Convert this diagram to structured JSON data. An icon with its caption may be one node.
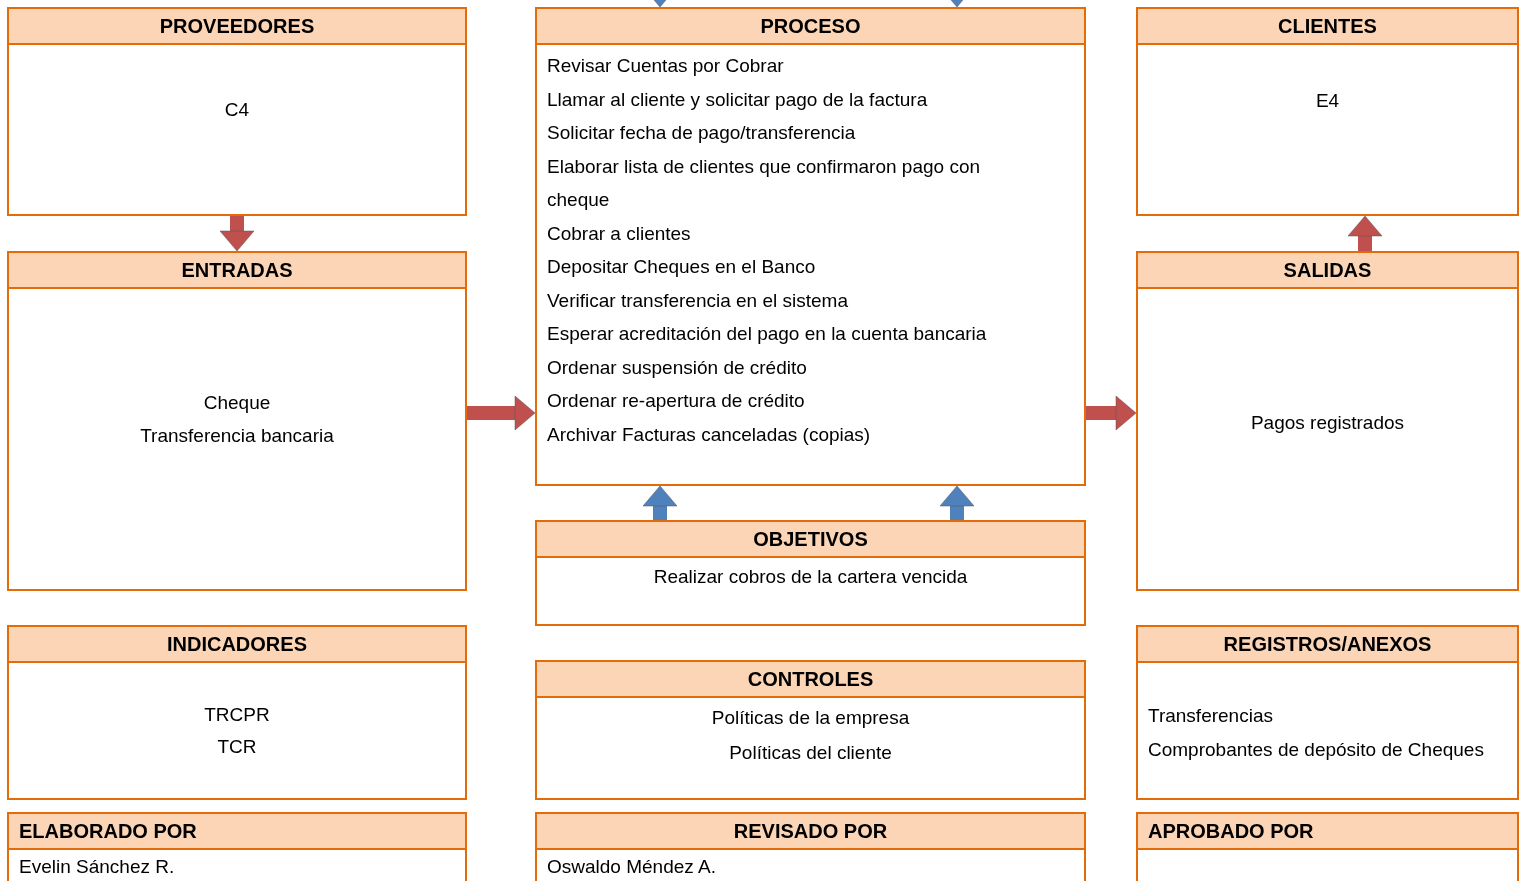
{
  "diagram": {
    "nodes": [
      {
        "text": [
          "PROVEEDORES",
          "C4"
        ]
      },
      {
        "text": [
          "PROCESO",
          "Revisar Cuentas por Cobrar",
          "Llamar al cliente y solicitar pago de la factura",
          "Solicitar fecha de pago/transferencia",
          "Elaborar lista de clientes que confirmaron pago con cheque",
          "Cobrar a clientes",
          "Depositar Cheques en el Banco",
          "Verificar transferencia en el sistema",
          "Esperar acreditación del pago en la cuenta bancaria",
          "Ordenar suspensión de crédito",
          "Ordenar re-apertura de crédito",
          "Archivar Facturas canceladas (copias)"
        ]
      },
      {
        "text": [
          "CLIENTES",
          "E4"
        ]
      },
      {
        "text": [
          "ENTRADAS",
          "Cheque",
          "Transferencia bancaria"
        ]
      },
      {
        "text": [
          "SALIDAS",
          "Pagos registrados"
        ]
      },
      {
        "text": [
          "OBJETIVOS",
          "Realizar cobros de la cartera vencida"
        ]
      },
      {
        "text": [
          "INDICADORES",
          "TRCPR",
          "TCR"
        ]
      },
      {
        "text": [
          "CONTROLES",
          "Políticas de la empresa",
          "Políticas del cliente"
        ]
      },
      {
        "text": [
          "REGISTROS/ANEXOS",
          "Transferencias",
          "Comprobantes de depósito de Cheques"
        ]
      },
      {
        "text": [
          "ELABORADO POR",
          "Evelin Sánchez R."
        ]
      },
      {
        "text": [
          "REVISADO POR",
          "Oswaldo Méndez A."
        ]
      },
      {
        "text": [
          "APROBADO POR"
        ]
      }
    ],
    "edges": [
      {
        "from": 0,
        "to": 3,
        "arrow": "to"
      },
      {
        "from": 3,
        "to": 1,
        "arrow": "to"
      },
      {
        "from": 1,
        "to": 4,
        "arrow": "to"
      },
      {
        "from": 4,
        "to": 2,
        "arrow": "to"
      },
      {
        "from": 5,
        "to": 1,
        "arrow": "to",
        "color": "#4f81bd"
      },
      {
        "from": 5,
        "to": 1,
        "arrow": "to",
        "color": "#4f81bd"
      },
      {
        "from": null,
        "to": 1,
        "arrow": "to",
        "color": "#4f81bd"
      },
      {
        "from": null,
        "to": 1,
        "arrow": "to",
        "color": "#4f81bd"
      }
    ]
  }
}
